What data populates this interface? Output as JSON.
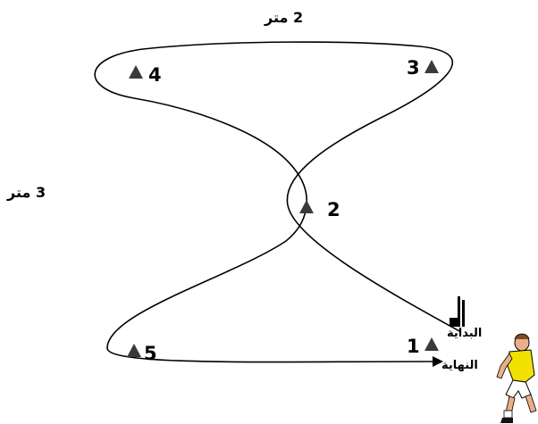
{
  "diagram": {
    "distance_top": "2 متر",
    "distance_side": "3 متر",
    "start_label": "البداية",
    "finish_label": "النهاية",
    "markers": [
      {
        "id": "1",
        "label": "1"
      },
      {
        "id": "2",
        "label": "2"
      },
      {
        "id": "3",
        "label": "3"
      },
      {
        "id": "4",
        "label": "4"
      },
      {
        "id": "5",
        "label": "5"
      }
    ],
    "colors": {
      "line": "#000000",
      "cone": "#3a3a3a",
      "shirt": "#f2e100",
      "shorts": "#ffffff",
      "skin": "#e8b088"
    },
    "icons": {
      "cone": "cone-icon",
      "player": "runner-figure"
    }
  }
}
